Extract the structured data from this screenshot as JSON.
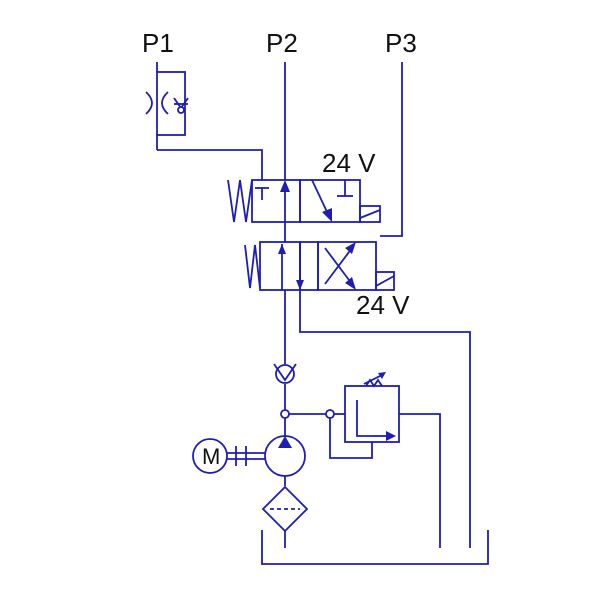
{
  "ports": {
    "p1": "P1",
    "p2": "P2",
    "p3": "P3"
  },
  "valves": {
    "upper_voltage": "24 V",
    "lower_voltage": "24 V"
  },
  "motor": {
    "label": "M"
  },
  "colors": {
    "line": "#1e1eb4",
    "text": "#111111",
    "background": "#ffffff"
  },
  "icons": [
    "throttle-check-valve-icon",
    "solenoid-valve-2-position-icon",
    "solenoid-valve-4-way-icon",
    "check-valve-icon",
    "pressure-relief-valve-icon",
    "pump-icon",
    "motor-icon",
    "filter-icon",
    "tank-icon"
  ]
}
